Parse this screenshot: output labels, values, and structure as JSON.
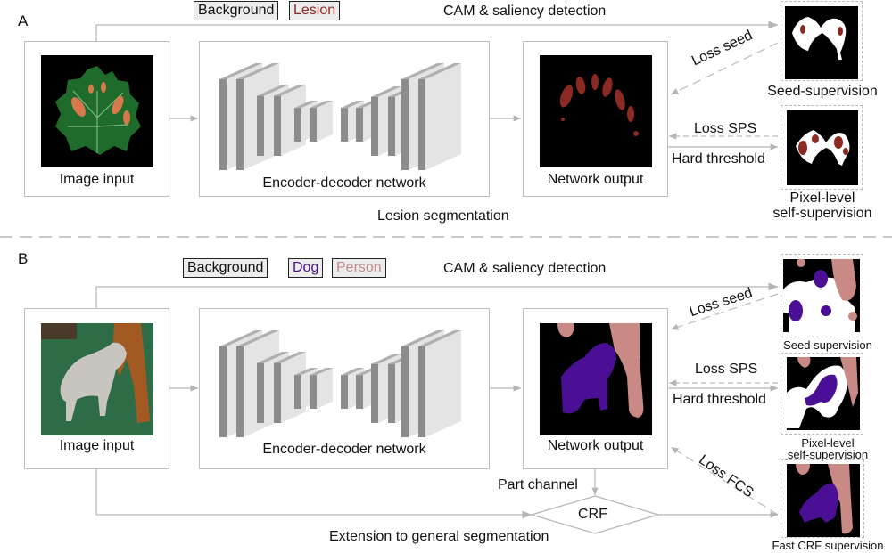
{
  "panel_a": {
    "label": "A",
    "legend": [
      {
        "text": "Background",
        "color": "#111111"
      },
      {
        "text": "Lesion",
        "color": "#8b2a22"
      }
    ],
    "cam_label": "CAM & saliency detection",
    "input_caption": "Image input",
    "network_caption": "Encoder-decoder network",
    "output_caption": "Network output",
    "section_caption": "Lesion segmentation",
    "loss_seed": "Loss seed",
    "loss_sps": "Loss SPS",
    "hard_threshold": "Hard threshold",
    "seed_caption": "Seed-supervision",
    "pixel_caption_1": "Pixel-level",
    "pixel_caption_2": "self-supervision"
  },
  "panel_b": {
    "label": "B",
    "legend": [
      {
        "text": "Background",
        "color": "#111111"
      },
      {
        "text": "Dog",
        "color": "#4b0f96"
      },
      {
        "text": "Person",
        "color": "#c98a86"
      }
    ],
    "cam_label": "CAM & saliency detection",
    "input_caption": "Image input",
    "network_caption": "Encoder-decoder network",
    "output_caption": "Network output",
    "loss_seed": "Loss seed",
    "loss_sps": "Loss SPS",
    "hard_threshold": "Hard threshold",
    "loss_fcs": "Loss FCS",
    "part_channel": "Part channel",
    "crf": "CRF",
    "extension_caption": "Extension to general segmentation",
    "seed_caption": "Seed supervision",
    "pixel_caption_1": "Pixel-level",
    "pixel_caption_2": "self-supervision",
    "fast_crf_caption": "Fast CRF supervision"
  },
  "colors": {
    "lesion": "#8b2a22",
    "dog": "#4b0f96",
    "person": "#c98a86",
    "connector": "#b5b5b5"
  }
}
